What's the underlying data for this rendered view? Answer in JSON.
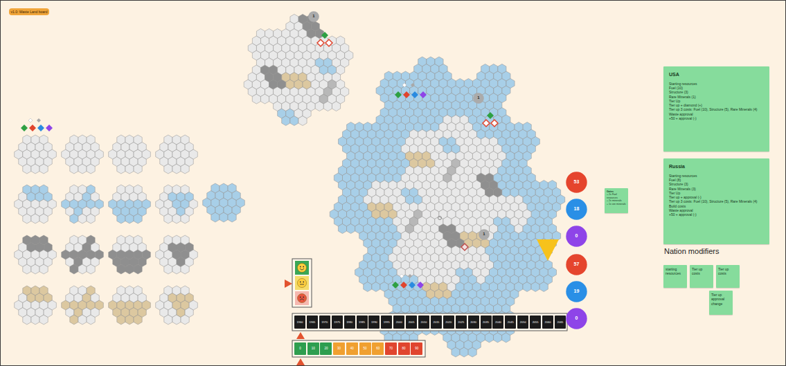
{
  "diagram": {
    "nodes": [
      {
        "text": [
          "v1.0: Waste Land board"
        ]
      },
      {
        "text": [
          "1"
        ]
      },
      {
        "text": [
          "1"
        ]
      },
      {
        "text": [
          "1"
        ]
      },
      {
        "text": [
          "53"
        ]
      },
      {
        "text": [
          "18"
        ]
      },
      {
        "text": [
          "0"
        ]
      },
      {
        "text": [
          "57"
        ]
      },
      {
        "text": [
          "19"
        ]
      },
      {
        "text": [
          "0"
        ]
      },
      {
        "text": [
          "Gains",
          "+ 2x Fuel resources",
          "+ 2x minerals",
          "+ 1x ore minerals"
        ]
      },
      {
        "text": [
          "USA",
          "Starting resources",
          "Fuel (10)",
          "Structure (3)",
          "Rare Minerals (1)",
          "Tier Up",
          "Tier up + diamond (+)",
          "Tier up 3 costs: Fuel (10), Structure (5), Rare Minerals (4)",
          "Waste approval",
          "+50 + approval (-)"
        ]
      },
      {
        "text": [
          "Russia",
          "Starting resources",
          "Fuel (8)",
          "Structure (3)",
          "Rare Minerals (3)",
          "Tier Up",
          "Tier up + approval (-)",
          "Tier up 3 costs: Fuel (10), Structure (5), Rare Minerals (4)",
          "Build costs",
          "Waste approval",
          "+50 + approval (-)"
        ]
      },
      {
        "text": [
          "starting resources"
        ]
      },
      {
        "text": [
          "Tier up costs"
        ]
      },
      {
        "text": [
          "Tier up costs"
        ]
      },
      {
        "text": [
          "Tier up approval change"
        ]
      },
      {
        "text": [
          "1960"
        ]
      },
      {
        "text": [
          "1965"
        ]
      },
      {
        "text": [
          "1970"
        ]
      },
      {
        "text": [
          "1975"
        ]
      },
      {
        "text": [
          "1980"
        ]
      },
      {
        "text": [
          "1985"
        ]
      },
      {
        "text": [
          "1990"
        ]
      },
      {
        "text": [
          "1995"
        ]
      },
      {
        "text": [
          "2000"
        ]
      },
      {
        "text": [
          "2005"
        ]
      },
      {
        "text": [
          "2010"
        ]
      },
      {
        "text": [
          "2015"
        ]
      },
      {
        "text": [
          "2020"
        ]
      },
      {
        "text": [
          "2025"
        ]
      },
      {
        "text": [
          "2030"
        ]
      },
      {
        "text": [
          "2035"
        ]
      },
      {
        "text": [
          "2040"
        ]
      },
      {
        "text": [
          "2045"
        ]
      },
      {
        "text": [
          "2050"
        ]
      },
      {
        "text": [
          "2055"
        ]
      },
      {
        "text": [
          "2060"
        ]
      },
      {
        "text": [
          "2065"
        ]
      },
      {
        "text": [
          "0"
        ]
      },
      {
        "text": [
          "10"
        ]
      },
      {
        "text": [
          "20"
        ]
      },
      {
        "text": [
          "30"
        ]
      },
      {
        "text": [
          "40"
        ]
      },
      {
        "text": [
          "50"
        ]
      },
      {
        "text": [
          "60"
        ]
      },
      {
        "text": [
          "70"
        ]
      },
      {
        "text": [
          "80"
        ]
      },
      {
        "text": [
          "90"
        ]
      }
    ],
    "labels": [
      "Nation modifiers"
    ]
  }
}
